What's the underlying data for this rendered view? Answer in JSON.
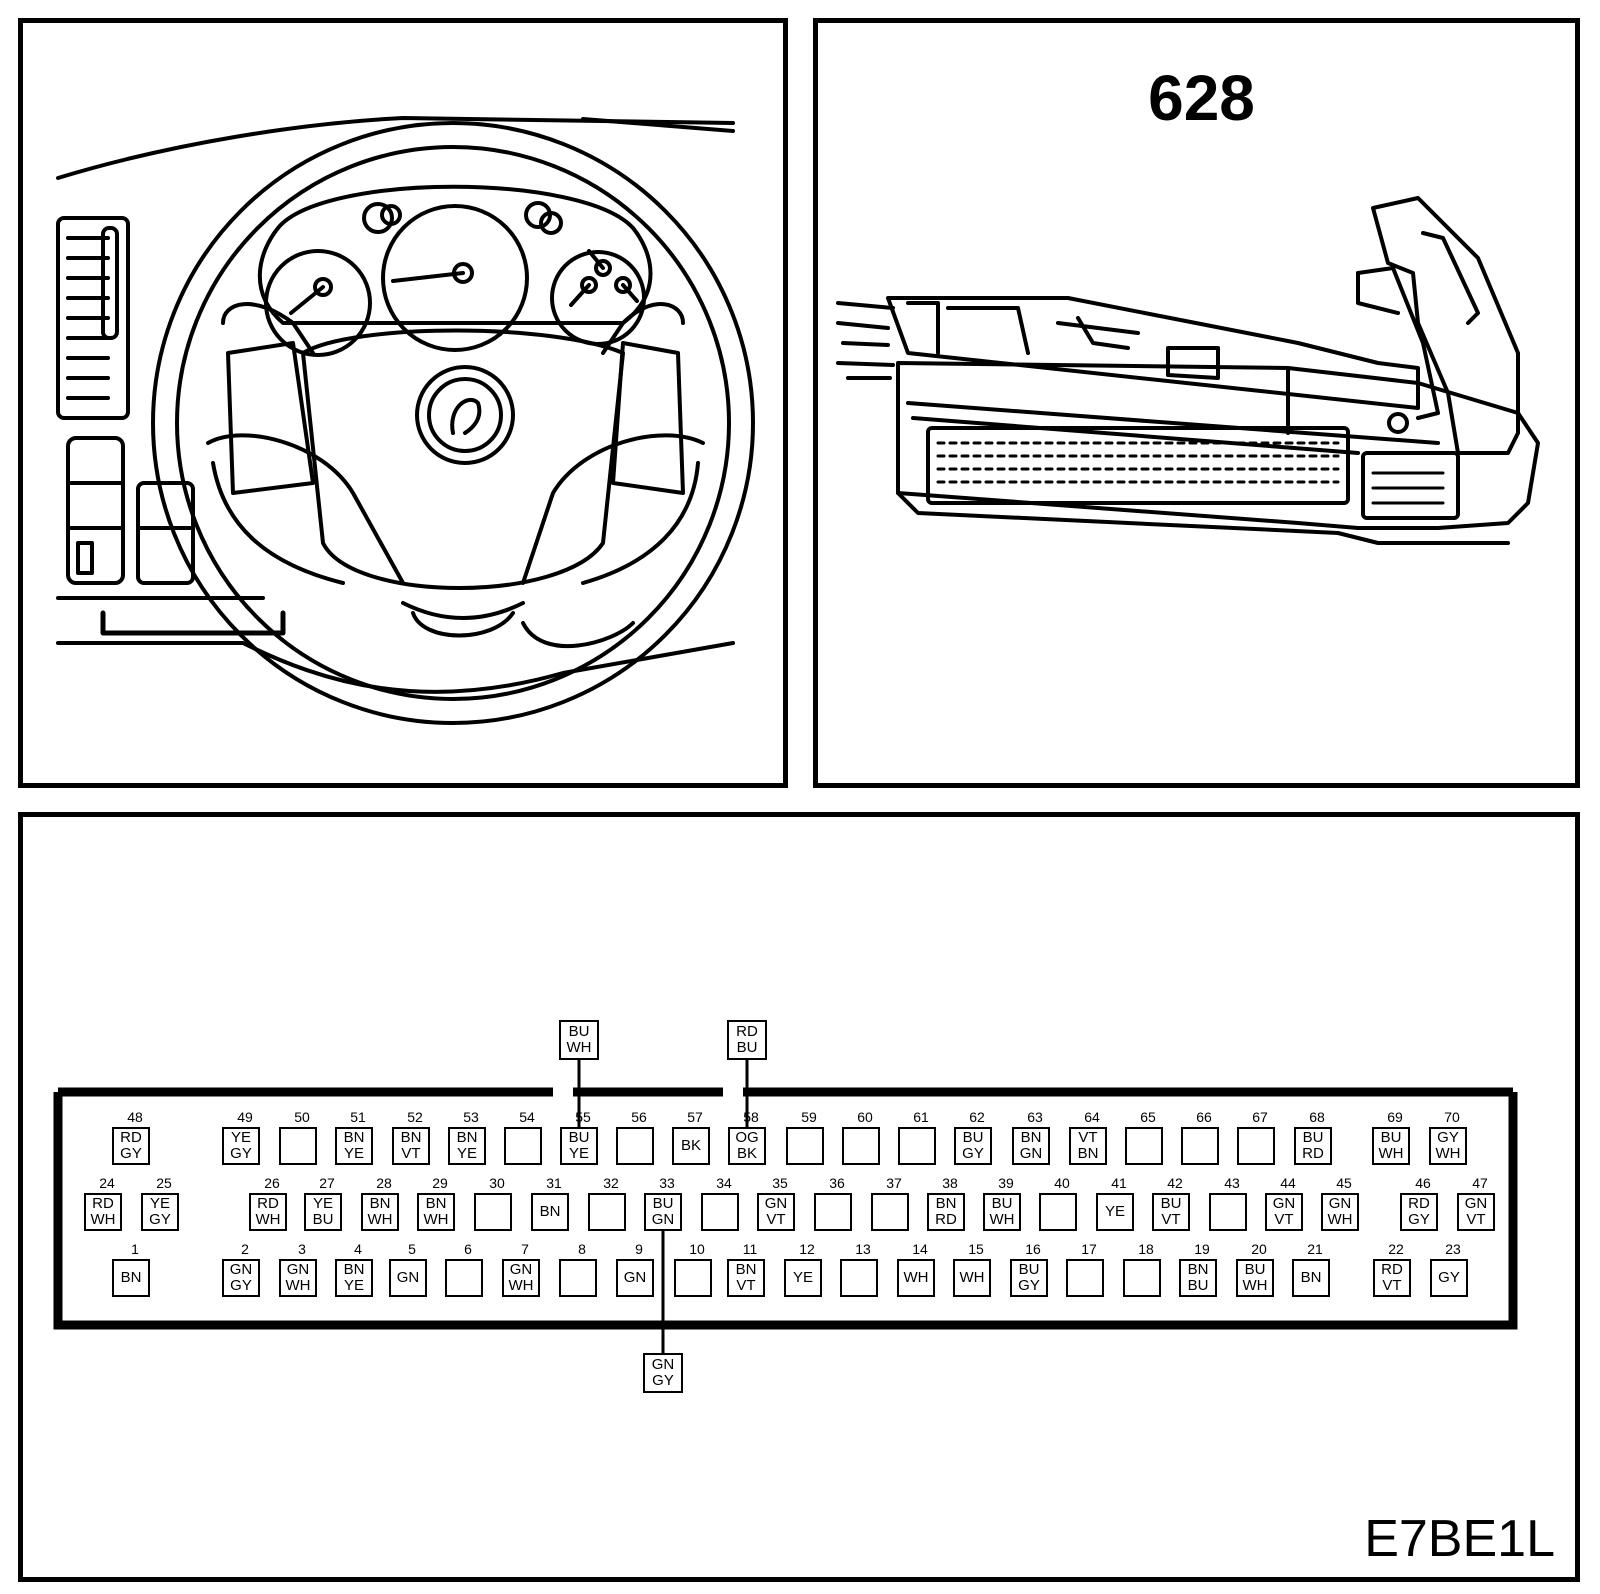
{
  "connector_label": "628",
  "figure_id": "E7BE1L",
  "pins": [
    {
      "n": "48",
      "c": [
        "RD",
        "GY"
      ]
    },
    {
      "n": "49",
      "c": [
        "YE",
        "GY"
      ]
    },
    {
      "n": "50",
      "c": []
    },
    {
      "n": "51",
      "c": [
        "BN",
        "YE"
      ]
    },
    {
      "n": "52",
      "c": [
        "BN",
        "VT"
      ]
    },
    {
      "n": "53",
      "c": [
        "BN",
        "YE"
      ]
    },
    {
      "n": "54",
      "c": []
    },
    {
      "n": "55",
      "c": [
        "BU",
        "YE"
      ]
    },
    {
      "n": "56",
      "c": []
    },
    {
      "n": "57",
      "c": [
        "BK"
      ]
    },
    {
      "n": "58",
      "c": [
        "OG",
        "BK"
      ]
    },
    {
      "n": "59",
      "c": []
    },
    {
      "n": "60",
      "c": []
    },
    {
      "n": "61",
      "c": []
    },
    {
      "n": "62",
      "c": [
        "BU",
        "GY"
      ]
    },
    {
      "n": "63",
      "c": [
        "BN",
        "GN"
      ]
    },
    {
      "n": "64",
      "c": [
        "VT",
        "BN"
      ]
    },
    {
      "n": "65",
      "c": []
    },
    {
      "n": "66",
      "c": []
    },
    {
      "n": "67",
      "c": []
    },
    {
      "n": "68",
      "c": [
        "BU",
        "RD"
      ]
    },
    {
      "n": "69",
      "c": [
        "BU",
        "WH"
      ]
    },
    {
      "n": "70",
      "c": [
        "GY",
        "WH"
      ]
    },
    {
      "n": "24",
      "c": [
        "RD",
        "WH"
      ]
    },
    {
      "n": "25",
      "c": [
        "YE",
        "GY"
      ]
    },
    {
      "n": "26",
      "c": [
        "RD",
        "WH"
      ]
    },
    {
      "n": "27",
      "c": [
        "YE",
        "BU"
      ]
    },
    {
      "n": "28",
      "c": [
        "BN",
        "WH"
      ]
    },
    {
      "n": "29",
      "c": [
        "BN",
        "WH"
      ]
    },
    {
      "n": "30",
      "c": []
    },
    {
      "n": "31",
      "c": [
        "BN"
      ]
    },
    {
      "n": "32",
      "c": []
    },
    {
      "n": "33",
      "c": [
        "BU",
        "GN"
      ]
    },
    {
      "n": "34",
      "c": []
    },
    {
      "n": "35",
      "c": [
        "GN",
        "VT"
      ]
    },
    {
      "n": "36",
      "c": []
    },
    {
      "n": "37",
      "c": []
    },
    {
      "n": "38",
      "c": [
        "BN",
        "RD"
      ]
    },
    {
      "n": "39",
      "c": [
        "BU",
        "WH"
      ]
    },
    {
      "n": "40",
      "c": []
    },
    {
      "n": "41",
      "c": [
        "YE"
      ]
    },
    {
      "n": "42",
      "c": [
        "BU",
        "VT"
      ]
    },
    {
      "n": "43",
      "c": []
    },
    {
      "n": "44",
      "c": [
        "GN",
        "VT"
      ]
    },
    {
      "n": "45",
      "c": [
        "GN",
        "WH"
      ]
    },
    {
      "n": "46",
      "c": [
        "RD",
        "GY"
      ]
    },
    {
      "n": "47",
      "c": [
        "GN",
        "VT"
      ]
    },
    {
      "n": "1",
      "c": [
        "BN"
      ]
    },
    {
      "n": "2",
      "c": [
        "GN",
        "GY"
      ]
    },
    {
      "n": "3",
      "c": [
        "GN",
        "WH"
      ]
    },
    {
      "n": "4",
      "c": [
        "BN",
        "YE"
      ]
    },
    {
      "n": "5",
      "c": [
        "GN"
      ]
    },
    {
      "n": "6",
      "c": []
    },
    {
      "n": "7",
      "c": [
        "GN",
        "WH"
      ]
    },
    {
      "n": "8",
      "c": []
    },
    {
      "n": "9",
      "c": [
        "GN"
      ]
    },
    {
      "n": "10",
      "c": []
    },
    {
      "n": "11",
      "c": [
        "BN",
        "VT"
      ]
    },
    {
      "n": "12",
      "c": [
        "YE"
      ]
    },
    {
      "n": "13",
      "c": []
    },
    {
      "n": "14",
      "c": [
        "WH"
      ]
    },
    {
      "n": "15",
      "c": [
        "WH"
      ]
    },
    {
      "n": "16",
      "c": [
        "BU",
        "GY"
      ]
    },
    {
      "n": "17",
      "c": []
    },
    {
      "n": "18",
      "c": []
    },
    {
      "n": "19",
      "c": [
        "BN",
        "BU"
      ]
    },
    {
      "n": "20",
      "c": [
        "BU",
        "WH"
      ]
    },
    {
      "n": "21",
      "c": [
        "BN"
      ]
    },
    {
      "n": "22",
      "c": [
        "RD",
        "VT"
      ]
    },
    {
      "n": "23",
      "c": [
        "GY"
      ]
    }
  ],
  "external_wires": [
    {
      "pin": "55",
      "c": [
        "BU",
        "WH"
      ]
    },
    {
      "pin": "58",
      "c": [
        "RD",
        "BU"
      ]
    },
    {
      "pin": "33",
      "c": [
        "GN",
        "GY"
      ]
    }
  ]
}
